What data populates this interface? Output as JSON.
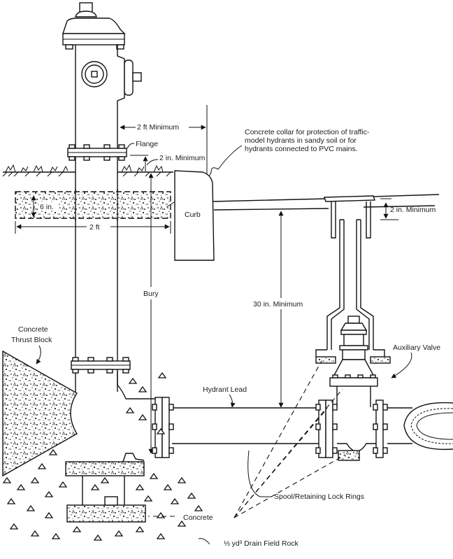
{
  "title": "Fire hydrant installation detail",
  "labels": {
    "two_ft_minimum": "2 ft Minimum",
    "flange": "Flange",
    "two_in_minimum_top": "2 in. Minimum",
    "collar_line1": "Concrete collar for protection of traffic-",
    "collar_line2": "model hydrants in sandy soil or for",
    "collar_line3": "hydrants connected to PVC mains.",
    "six_in": "6 in.",
    "two_ft": "2 ft",
    "curb": "Curb",
    "two_in_minimum_valve": "2 in. Minimum",
    "bury": "Bury",
    "thirty_in_minimum": "30 in. Minimum",
    "concrete_thrust_block_line1": "Concrete",
    "concrete_thrust_block_line2": "Thrust Block",
    "auxiliary_valve": "Auxiliary Valve",
    "hydrant_lead": "Hydrant Lead",
    "spool_retaining_lock_rings": "Spool/Retaining Lock Rings",
    "concrete": "Concrete",
    "drain_field_rock": "⅓ yd³ Drain Field Rock"
  },
  "icons": {
    "hydrant": "fire-hydrant-icon",
    "valve": "gate-valve-icon",
    "main_pipe": "water-main-icon"
  }
}
